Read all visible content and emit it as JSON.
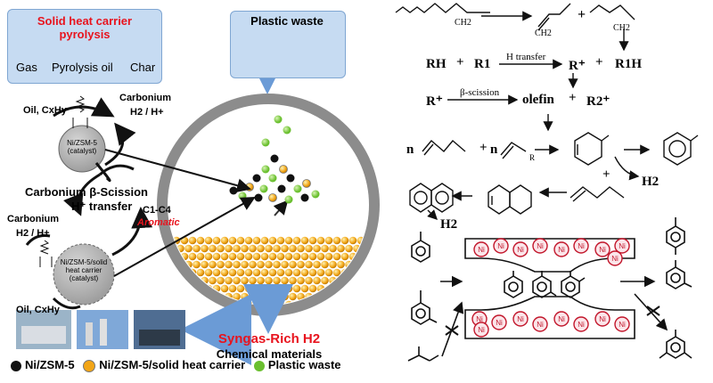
{
  "panel_pyrolysis": {
    "title": "Solid heat carrier pyrolysis",
    "products": [
      "Gas",
      "Pyrolysis oil",
      "Char"
    ]
  },
  "panel_feed": {
    "title": "Plastic waste"
  },
  "cycle_top": {
    "oil": "Oil, CxHy",
    "carbonium": "Carbonium",
    "h2": "H2 / H+",
    "catalyst": "Ni/ZSM-5\n(catalyst)"
  },
  "cycle_bottom": {
    "scission": "Carbonium β-Scission",
    "htransfer": "H⁺ transfer",
    "c1c4": "C1-C4",
    "aromatic": "Aromatic",
    "carbonium": "Carbonium",
    "h2": "H2 / H+",
    "catalyst": "Ni/ZSM-5/solid heat carrier (catalyst)",
    "oil": "Oil, CxHy"
  },
  "reactor": {
    "product1": "Syngas-Rich H2",
    "product2": "Chemical materials"
  },
  "mechanism": {
    "ch2_a": "CH2",
    "ch2_b": "CH2",
    "ch2_c": "CH2",
    "rh": "RH",
    "r1": "R1",
    "htransfer": "H transfer",
    "rplus": "R⁺",
    "r1h": "R1H",
    "rplus2": "R⁺",
    "bscission": "β-scission",
    "olefin": "olefin",
    "r2plus": "R2⁺",
    "n1": "n",
    "n2": "n",
    "r_label": "R",
    "h2": "H2",
    "h2b": "H2"
  },
  "zeolite": {
    "ni_label": "Ni"
  },
  "legend": {
    "item1": "Ni/ZSM-5",
    "item2": "Ni/ZSM-5/solid heat carrier",
    "item3": "Plastic waste",
    "colors": {
      "ni": "#111111",
      "carrier": "#f2a516",
      "plastic": "#6abf2f"
    }
  }
}
